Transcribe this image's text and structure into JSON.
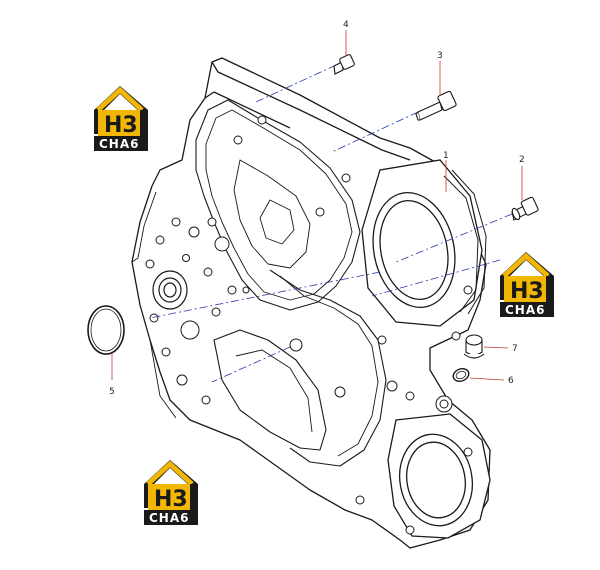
{
  "callouts": [
    {
      "id": "1",
      "label": "1"
    },
    {
      "id": "2",
      "label": "2"
    },
    {
      "id": "3",
      "label": "3"
    },
    {
      "id": "4",
      "label": "4"
    },
    {
      "id": "5",
      "label": "5"
    },
    {
      "id": "6",
      "label": "6"
    },
    {
      "id": "7",
      "label": "7"
    }
  ],
  "watermark": {
    "logo_text": "H3",
    "brand_text": "CHA6",
    "accent_color": "#f2b705",
    "dark_color": "#1a1a1a"
  },
  "colors": {
    "line": "#1a1a1a",
    "leader": "#c0392b",
    "axis": "#2a3aa8"
  }
}
